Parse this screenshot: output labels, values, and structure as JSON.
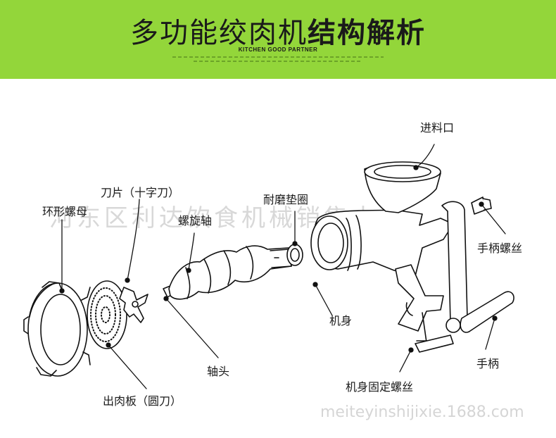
{
  "header": {
    "title_light": "多功能绞肉机",
    "title_bold": "结构解析",
    "subtitle": "KITCHEN GOOD PARTNER",
    "background": "#93d63a"
  },
  "labels": {
    "inlet": "进料口",
    "gasket": "耐磨垫圈",
    "handle_screw": "手柄螺丝",
    "body": "机身",
    "handle": "手柄",
    "clamp_screw": "机身固定螺丝",
    "blade": "刀片（十字刀）",
    "ring_nut": "环形螺母",
    "screw_shaft": "螺旋轴",
    "shaft_head": "轴头",
    "plate": "出肉板（圆刀）"
  },
  "watermarks": {
    "company": "河东区利达饮食机械销售中心",
    "url": "meiteyinshijixie.1688.com"
  }
}
